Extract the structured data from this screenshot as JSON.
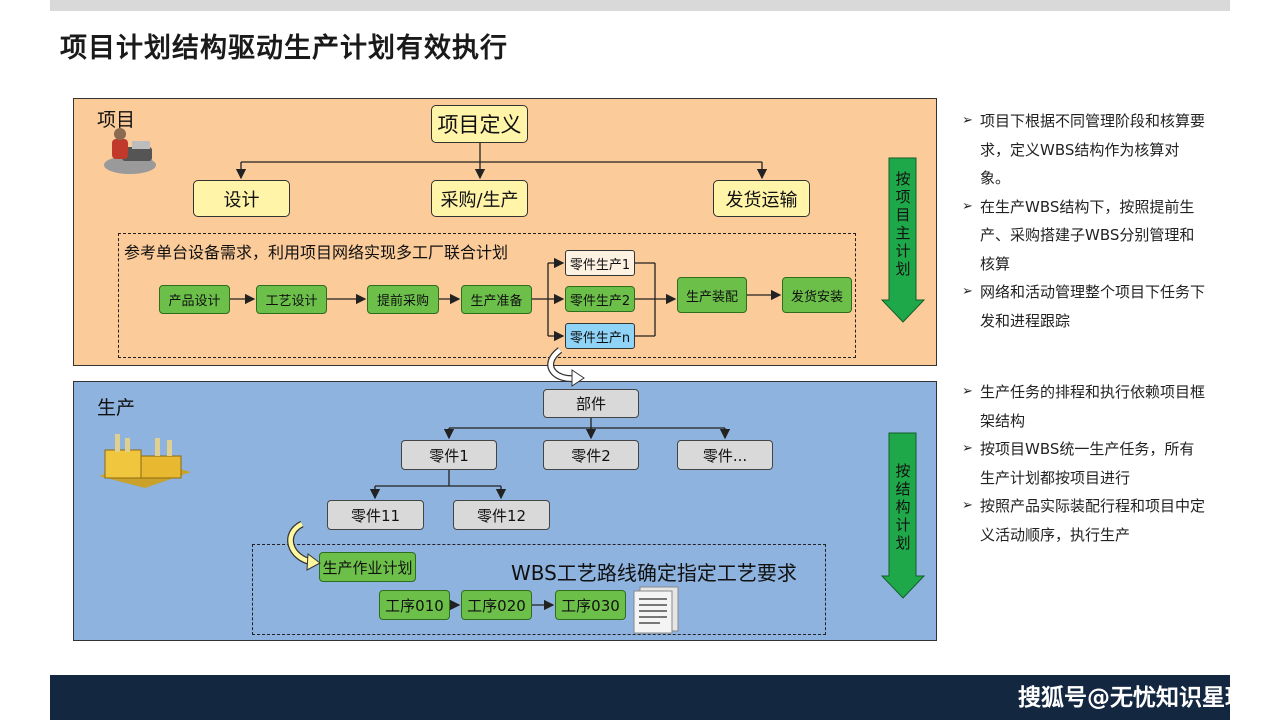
{
  "title": "项目计划结构驱动生产计划有效执行",
  "project_section": {
    "label": "项目",
    "root": "项目定义",
    "children": [
      "设计",
      "采购/生产",
      "发货运输"
    ],
    "network_caption": "参考单台设备需求，利用项目网络实现多工厂联合计划",
    "flow": [
      "产品设计",
      "工艺设计",
      "提前采购",
      "生产准备"
    ],
    "parallel": [
      "零件生产1",
      "零件生产2",
      "零件生产n"
    ],
    "assembly": "生产装配",
    "ship": "发货安装",
    "side_arrow": "按项目主计划"
  },
  "production_section": {
    "label": "生产",
    "root": "部件",
    "level1": [
      "零件1",
      "零件2",
      "零件..."
    ],
    "level2": [
      "零件11",
      "零件12"
    ],
    "work_plan": "生产作业计划",
    "routing_caption": "WBS工艺路线确定指定工艺要求",
    "operations": [
      "工序010",
      "工序020",
      "工序030"
    ],
    "side_arrow": "按结构计划"
  },
  "bullets_top": [
    "项目下根据不同管理阶段和核算要求，定义WBS结构作为核算对象。",
    "在生产WBS结构下，按照提前生产、采购搭建子WBS分别管理和核算",
    "网络和活动管理整个项目下任务下发和进程跟踪"
  ],
  "bullets_bottom": [
    "生产任务的排程和执行依赖项目框架结构",
    "按项目WBS统一生产任务，所有生产计划都按项目进行",
    "按照产品实际装配行程和项目中定义活动顺序，执行生产"
  ],
  "watermark": "搜狐号@无忧知识星球",
  "colors": {
    "project_bg": "#fbcb9a",
    "production_bg": "#8eb3de",
    "green": "#6cc04a",
    "footer": "#132741"
  }
}
